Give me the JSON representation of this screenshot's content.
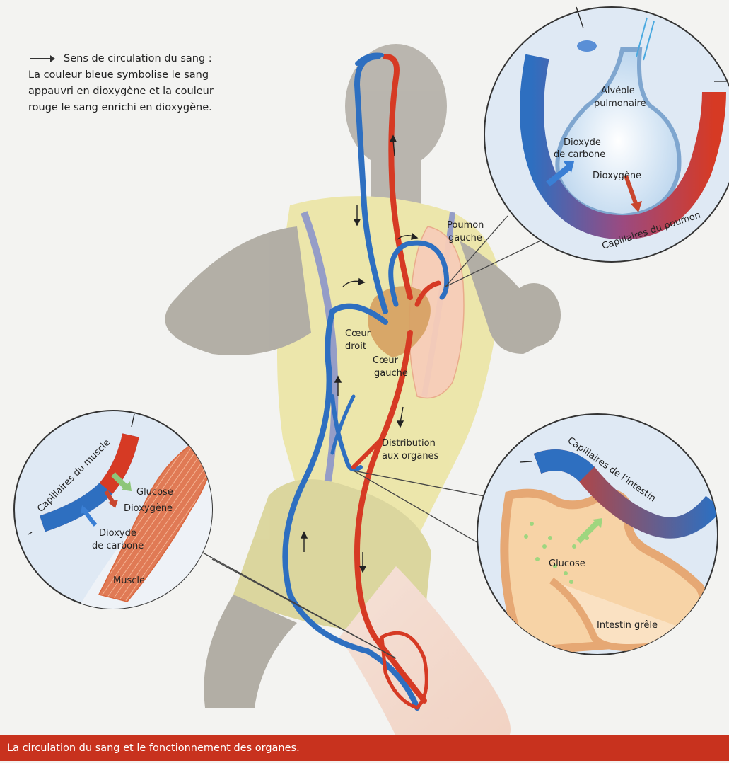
{
  "legend": {
    "title": "Sens de circulation du sang :",
    "text": "La couleur bleue symbolise le sang appauvri en dioxygène et la couleur rouge le sang enrichi en dioxygène."
  },
  "labels": {
    "poumon_gauche_1": "Poumon",
    "poumon_gauche_2": "gauche",
    "coeur_droit_1": "Cœur",
    "coeur_droit_2": "droit",
    "coeur_gauche_1": "Cœur",
    "coeur_gauche_2": "gauche",
    "distribution_1": "Distribution",
    "distribution_2": "aux organes"
  },
  "lung_inset": {
    "alveole_1": "Alvéole",
    "alveole_2": "pulmonaire",
    "co2_1": "Dioxyde",
    "co2_2": "de carbone",
    "o2": "Dioxygène",
    "capillaires": "Capillaires du poumon"
  },
  "muscle_inset": {
    "capillaires": "Capillaires du muscle",
    "glucose": "Glucose",
    "o2": "Dioxygène",
    "co2_1": "Dioxyde",
    "co2_2": "de carbone",
    "muscle": "Muscle"
  },
  "intestine_inset": {
    "capillaires": "Capillaires de l’intestin",
    "glucose": "Glucose",
    "intestin": "Intestin grêle"
  },
  "caption": "La circulation du sang et le fonctionnement des organes.",
  "colors": {
    "blue": "#2e6fc0",
    "red": "#d63a24",
    "caption_bg": "#c8321e",
    "inset_bg": "#e6eef8",
    "jersey": "#eee7a8"
  }
}
